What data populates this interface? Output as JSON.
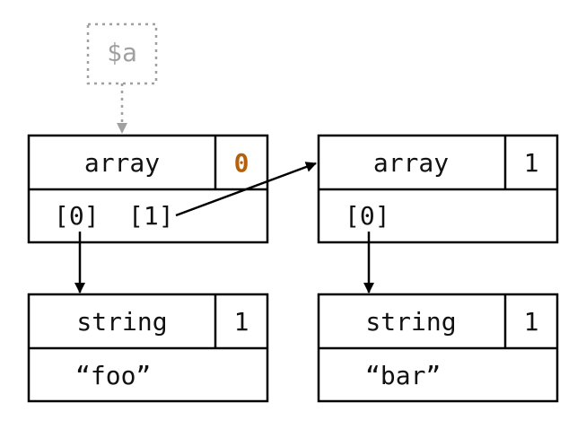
{
  "variable": {
    "name": "$a"
  },
  "nodes": [
    {
      "id": "array-outer",
      "type_label": "array",
      "refcount": "0",
      "slots": [
        "[0]",
        "[1]"
      ]
    },
    {
      "id": "array-inner",
      "type_label": "array",
      "refcount": "1",
      "slots": [
        "[0]"
      ]
    },
    {
      "id": "string-foo",
      "type_label": "string",
      "refcount": "1",
      "value": "“foo”"
    },
    {
      "id": "string-bar",
      "type_label": "string",
      "refcount": "1",
      "value": "“bar”"
    }
  ],
  "edges": [
    {
      "from": "$a",
      "to": "array-outer",
      "style": "dotted"
    },
    {
      "from": "array-outer[0]",
      "to": "string-foo",
      "style": "solid"
    },
    {
      "from": "array-outer[1]",
      "to": "array-inner",
      "style": "solid"
    },
    {
      "from": "array-inner[0]",
      "to": "string-bar",
      "style": "solid"
    }
  ],
  "colors": {
    "stroke": "#000000",
    "variable_gray": "#a0a0a0",
    "refcount_zero": "#b5600a",
    "text": "#111111"
  }
}
